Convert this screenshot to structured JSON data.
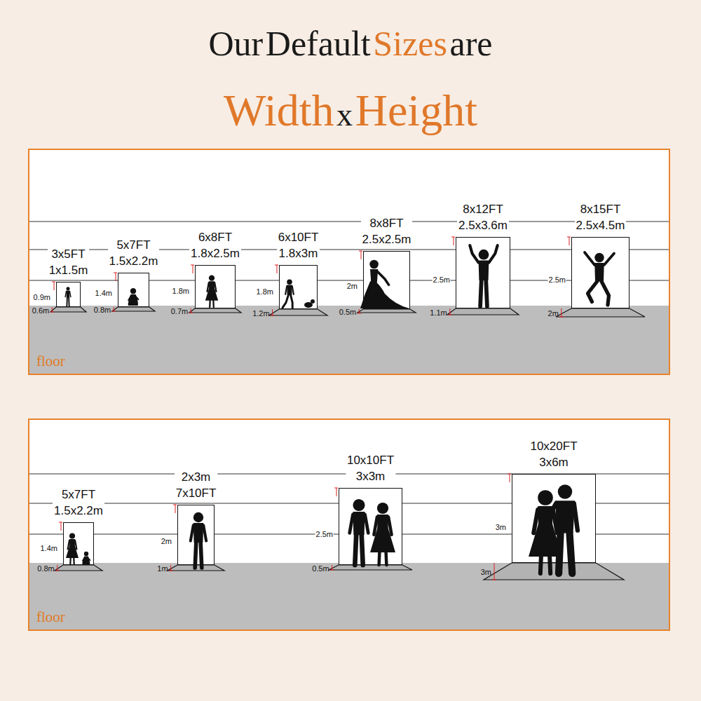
{
  "diagram": {
    "title": "Our Default Sizes are Width x Height",
    "nodes": [
      {
        "text": [
          "floor"
        ]
      },
      {
        "text": [
          "3x5FT",
          "1x1.5m"
        ],
        "in": 0
      },
      {
        "text": [
          "5x7FT",
          "1.5x2.2m"
        ],
        "in": 0
      },
      {
        "text": [
          "6x8FT",
          "1.8x2.5m"
        ],
        "in": 0
      },
      {
        "text": [
          "6x10FT",
          "1.8x3m"
        ],
        "in": 0
      },
      {
        "text": [
          "8x8FT",
          "2.5x2.5m"
        ],
        "in": 0
      },
      {
        "text": [
          "8x12FT",
          "2.5x3.6m"
        ],
        "in": 0
      },
      {
        "text": [
          "8x15FT",
          "2.5x4.5m"
        ],
        "in": 0
      },
      {
        "text": [
          "floor"
        ]
      },
      {
        "text": [
          "5x7FT",
          "1.5x2.2m"
        ],
        "in": 8
      },
      {
        "text": [
          "2x3m",
          "7x10FT"
        ],
        "in": 8
      },
      {
        "text": [
          "10x10FT",
          "3x3m"
        ],
        "in": 8
      },
      {
        "text": [
          "10x20FT",
          "3x6m"
        ],
        "in": 8
      }
    ],
    "labels": [
      "0.9m",
      "0.6m",
      "1.4m",
      "0.8m",
      "1.8m",
      "0.7m",
      "1.8m",
      "1.2m",
      "2m",
      "0.5m",
      "2.5m",
      "1.1m",
      "2.5m",
      "2m",
      "1.4m",
      "0.8m",
      "2m",
      "1m",
      "2.5m",
      "0.5m",
      "3m",
      "3m"
    ]
  }
}
